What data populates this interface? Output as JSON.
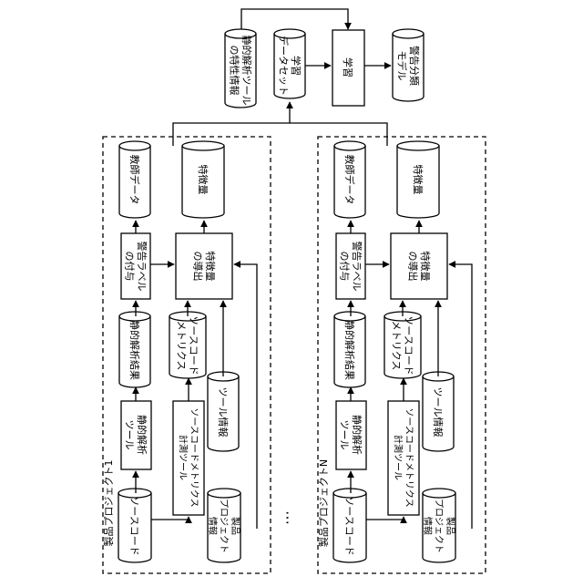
{
  "top": {
    "static_tool_info": "静的解析ツール\nの特性情報",
    "training_dataset": "学習\nデータセット",
    "learning": "学習",
    "warning_model": "警告分類\nモデル"
  },
  "projects": [
    {
      "name": "製品プロジェクト1",
      "teacher_data": "教師データ",
      "features": "特徴量",
      "label_assign": "警告ラベル\nの付与",
      "feature_derive": "特徴量\nの導出",
      "analysis_result": "静的解析結果",
      "code_metrics": "ソースコード\nメトリクス",
      "tool_info": "ツール情報",
      "static_tool": "静的解析\nツール",
      "metrics_tool": "ソースコードメトリクス\n計測ツール",
      "source_code": "ソースコード",
      "project_info": "製品\nプロジェクト\n情報"
    },
    {
      "name": "製品プロジェクトN",
      "teacher_data": "教師データ",
      "features": "特徴量",
      "label_assign": "警告ラベル\nの付与",
      "feature_derive": "特徴量\nの導出",
      "analysis_result": "静的解析結果",
      "code_metrics": "ソースコード\nメトリクス",
      "tool_info": "ツール情報",
      "static_tool": "静的解析\nツール",
      "metrics_tool": "ソースコードメトリクス\n計測ツール",
      "source_code": "ソースコード",
      "project_info": "製品\nプロジェクト\n情報"
    }
  ],
  "ellipsis": "…"
}
